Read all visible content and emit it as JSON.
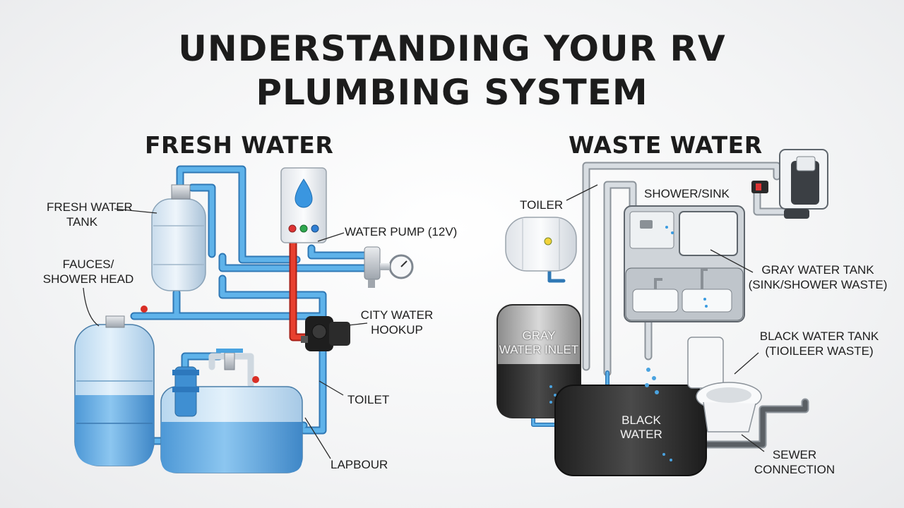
{
  "title": {
    "line1": "UNDERSTANDING YOUR RV",
    "line2": "PLUMBING SYSTEM"
  },
  "fresh": {
    "heading": "FRESH WATER",
    "labels": {
      "fresh_tank_1": "FRESH WATER",
      "fresh_tank_2": "TANK",
      "faucets_1": "FAUCES/",
      "faucets_2": "SHOWER HEAD",
      "water_pump": "WATER PUMP (12V)",
      "city_1": "CITY WATER",
      "city_2": "HOOKUP",
      "toilet": "TOILET",
      "lapbour": "LAPBOUR"
    }
  },
  "waste": {
    "heading": "WASTE WATER",
    "labels": {
      "toiler": "TOILER",
      "shower_sink": "SHOWER/SINK",
      "gray_tank_1": "GRAY WATER TANK",
      "gray_tank_2": "(SINK/SHOWER WASTE)",
      "black_tank_1": "BLACK WATER TANK",
      "black_tank_2": "(TIOILEER WASTE)",
      "sewer_1": "SEWER",
      "sewer_2": "CONNECTION",
      "gray_inlet_1": "GRAY",
      "gray_inlet_2": "WATER INLET",
      "black_water_1": "BLACK",
      "black_water_2": "WATER"
    }
  },
  "colors": {
    "pipe_blue": "#4aa3e0",
    "pipe_red": "#e0392f",
    "pipe_gray": "#b9bec4",
    "tank_blue": "#6fb3e6",
    "tank_dark": "#2b2b2b"
  }
}
